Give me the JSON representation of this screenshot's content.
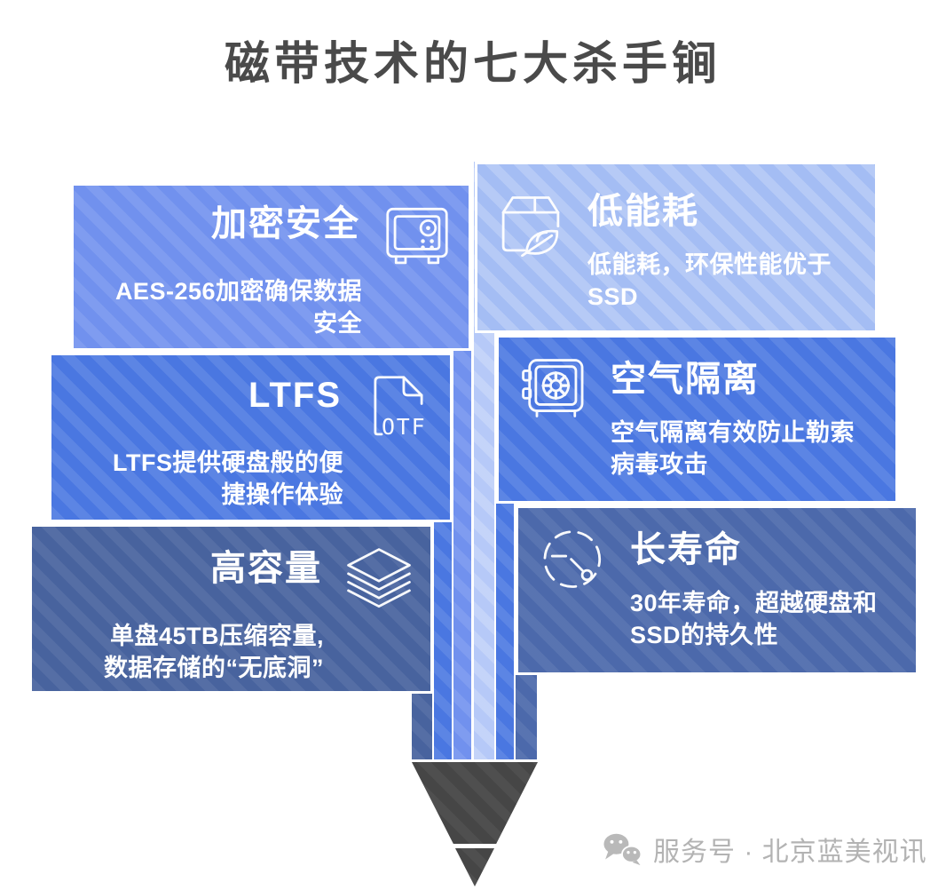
{
  "title": "磁带技术的七大杀手锏",
  "cards": {
    "left": [
      {
        "title": "加密安全",
        "desc": "AES-256加密确保数据\n安全",
        "icon": "safe-icon"
      },
      {
        "title": "LTFS",
        "desc": "LTFS提供硬盘般的便\n捷操作体验",
        "icon": "ltf-file-icon",
        "icon_label": "OTF"
      },
      {
        "title": "高容量",
        "desc": "单盘45TB压缩容量,\n数据存储的“无底洞”",
        "icon": "layers-icon"
      }
    ],
    "right": [
      {
        "title": "低能耗",
        "desc": "低能耗，环保性能优于\nSSD",
        "icon": "package-leaf-icon"
      },
      {
        "title": "空气隔离",
        "desc": "空气隔离有效防止勒索\n病毒攻击",
        "icon": "vault-icon"
      },
      {
        "title": "长寿命",
        "desc": "30年寿命，超越硬盘和\nSSD的持久性",
        "icon": "clock-icon"
      }
    ]
  },
  "pencil": {
    "stripe_count": 6,
    "tip_color": "#464646"
  },
  "footer": {
    "label": "服务号 · 北京蓝美视讯",
    "icon": "wechat-icon",
    "color": "#b3b3b3"
  },
  "colors": {
    "card_light": "#a4bdf4",
    "card_medium": "#4a77e1",
    "card_periwinkle": "#7191ee",
    "card_slate": "#48639e",
    "card_slate_light": "#4c69ab",
    "highlight_stripe": "#b6c9f8",
    "title_text": "#4a4a4a",
    "text_on_cards": "#ffffff"
  }
}
